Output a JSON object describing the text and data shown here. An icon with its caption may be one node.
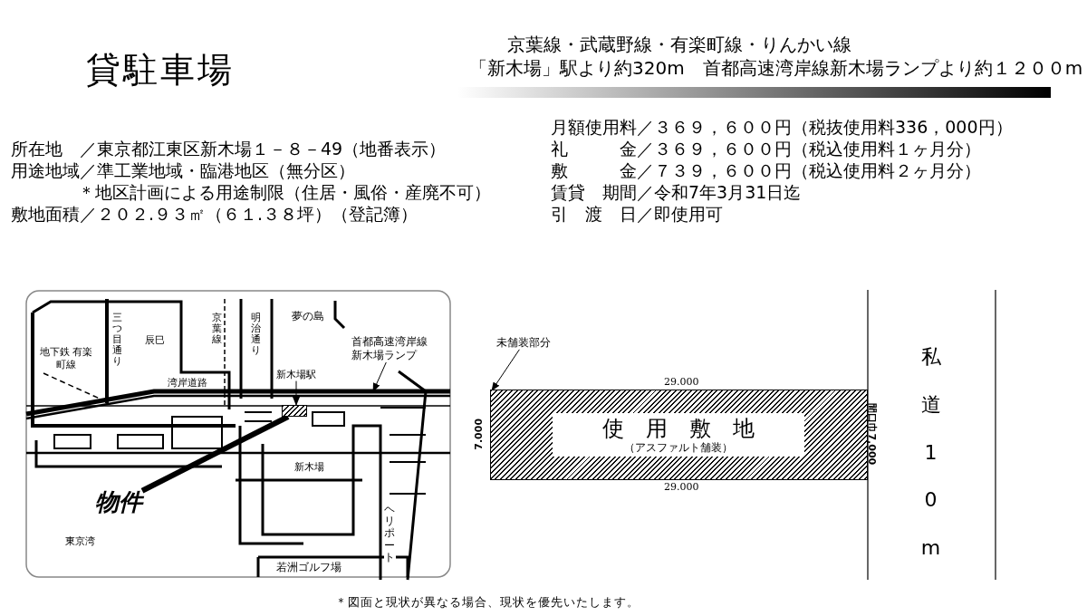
{
  "diagram": {
    "title": "貸駐車場",
    "nodes": [
      {
        "text": [],
        "shape": "box"
      },
      {
        "text": [
          "使　用　敷　地",
          "（アスファルト舗装）"
        ],
        "in": 0
      },
      {
        "text": [
          "未舗装部分"
        ]
      },
      {
        "text": [
          "新木場駅"
        ]
      },
      {
        "text": [],
        "shape": "box"
      },
      {
        "text": [
          "首都高速湾岸線新木場ランプ"
        ]
      },
      {
        "text": [
          "物件"
        ]
      }
    ],
    "edges": [
      {
        "from": 2,
        "to": 0,
        "arrow": "to"
      },
      {
        "from": 3,
        "to": 4,
        "arrow": "to"
      },
      {
        "from": 5,
        "to": null,
        "arrow": "to"
      },
      {
        "from": 6,
        "to": 4,
        "arrow": "none",
        "style": "thick"
      }
    ],
    "labels": [
      "京葉線・武蔵野線・有楽町線・りんかい線",
      "「新木場」駅より約320m　首都高速湾岸線新木場ランプより約１２００m",
      "所在地　／東京都江東区新木場１－８－49（地番表示）",
      "用途地域／準工業地域・臨港地区（無分区）",
      "＊地区計画による用途制限（住居・風俗・産廃不可）",
      "敷地面積／２０２.９３㎡（６１.３８坪）（登記簿）",
      "月額使用料／３６９，６００円（税抜使用料336，000円）",
      "礼　　　金／３６９，６００円（税込使用料１ヶ月分）",
      "敷　　　金／７３９，６００円（税込使用料２ヶ月分）",
      "賃貸　期間／令和7年3月31日迄",
      "引　渡　日／即使用可",
      "三つ目通り",
      "辰巳",
      "京葉線",
      "明治通り",
      "夢の島",
      "地下鉄 有楽町線",
      "湾岸道路",
      "新木場",
      "東京湾",
      "ヘリポート",
      "若洲ゴルフ場",
      "29.000",
      "7.000",
      "29.000",
      "間口巾7,000",
      "私道10m",
      "＊図面と現状が異なる場合、現状を優先いたします。"
    ]
  }
}
